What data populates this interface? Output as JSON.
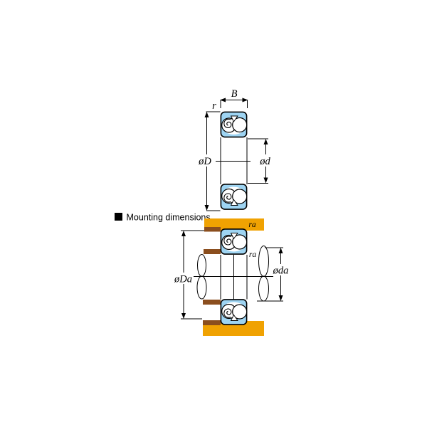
{
  "header": {
    "title": "Mounting dimensions"
  },
  "colors": {
    "background": "#ffffff",
    "bearing_blue": "#9ED4F2",
    "housing_orange": "#F0A202",
    "shoulder_brown": "#8B4E1E",
    "line_black": "#000000",
    "ball_white": "#ffffff"
  },
  "top_diagram": {
    "labels": {
      "width": "B",
      "chamfer_radius": "r",
      "outer_diameter": "øD",
      "bore_diameter": "ød"
    }
  },
  "mounting_diagram": {
    "labels": {
      "fillet_housing": "ra",
      "fillet_shaft": "ra",
      "housing_shoulder_diameter": "øDa",
      "shaft_shoulder_diameter": "øda"
    }
  }
}
